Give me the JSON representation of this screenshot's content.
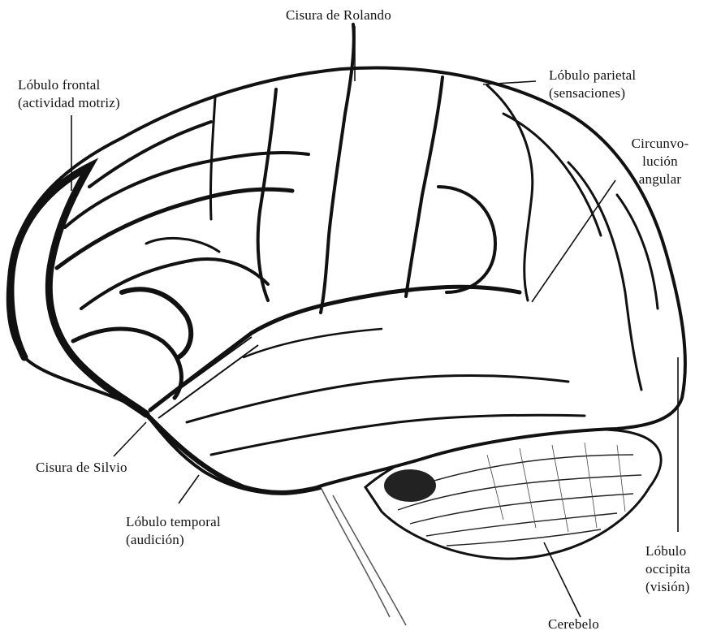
{
  "colors": {
    "ink": "#111111",
    "paper": "#ffffff"
  },
  "labels": {
    "rolando": "Cisura de Rolando",
    "frontal": [
      "Lóbulo frontal",
      "(actividad motriz)"
    ],
    "parietal": [
      "Lóbulo parietal",
      "(sensaciones)"
    ],
    "angular": [
      "Circunvo-",
      "lución",
      "angular"
    ],
    "silvio": "Cisura de Silvio",
    "temporal": [
      "Lóbulo temporal",
      "(audición)"
    ],
    "occipital": [
      "Lóbulo",
      "occipita",
      "(visión)"
    ],
    "cerebelo": "Cerebelo"
  }
}
